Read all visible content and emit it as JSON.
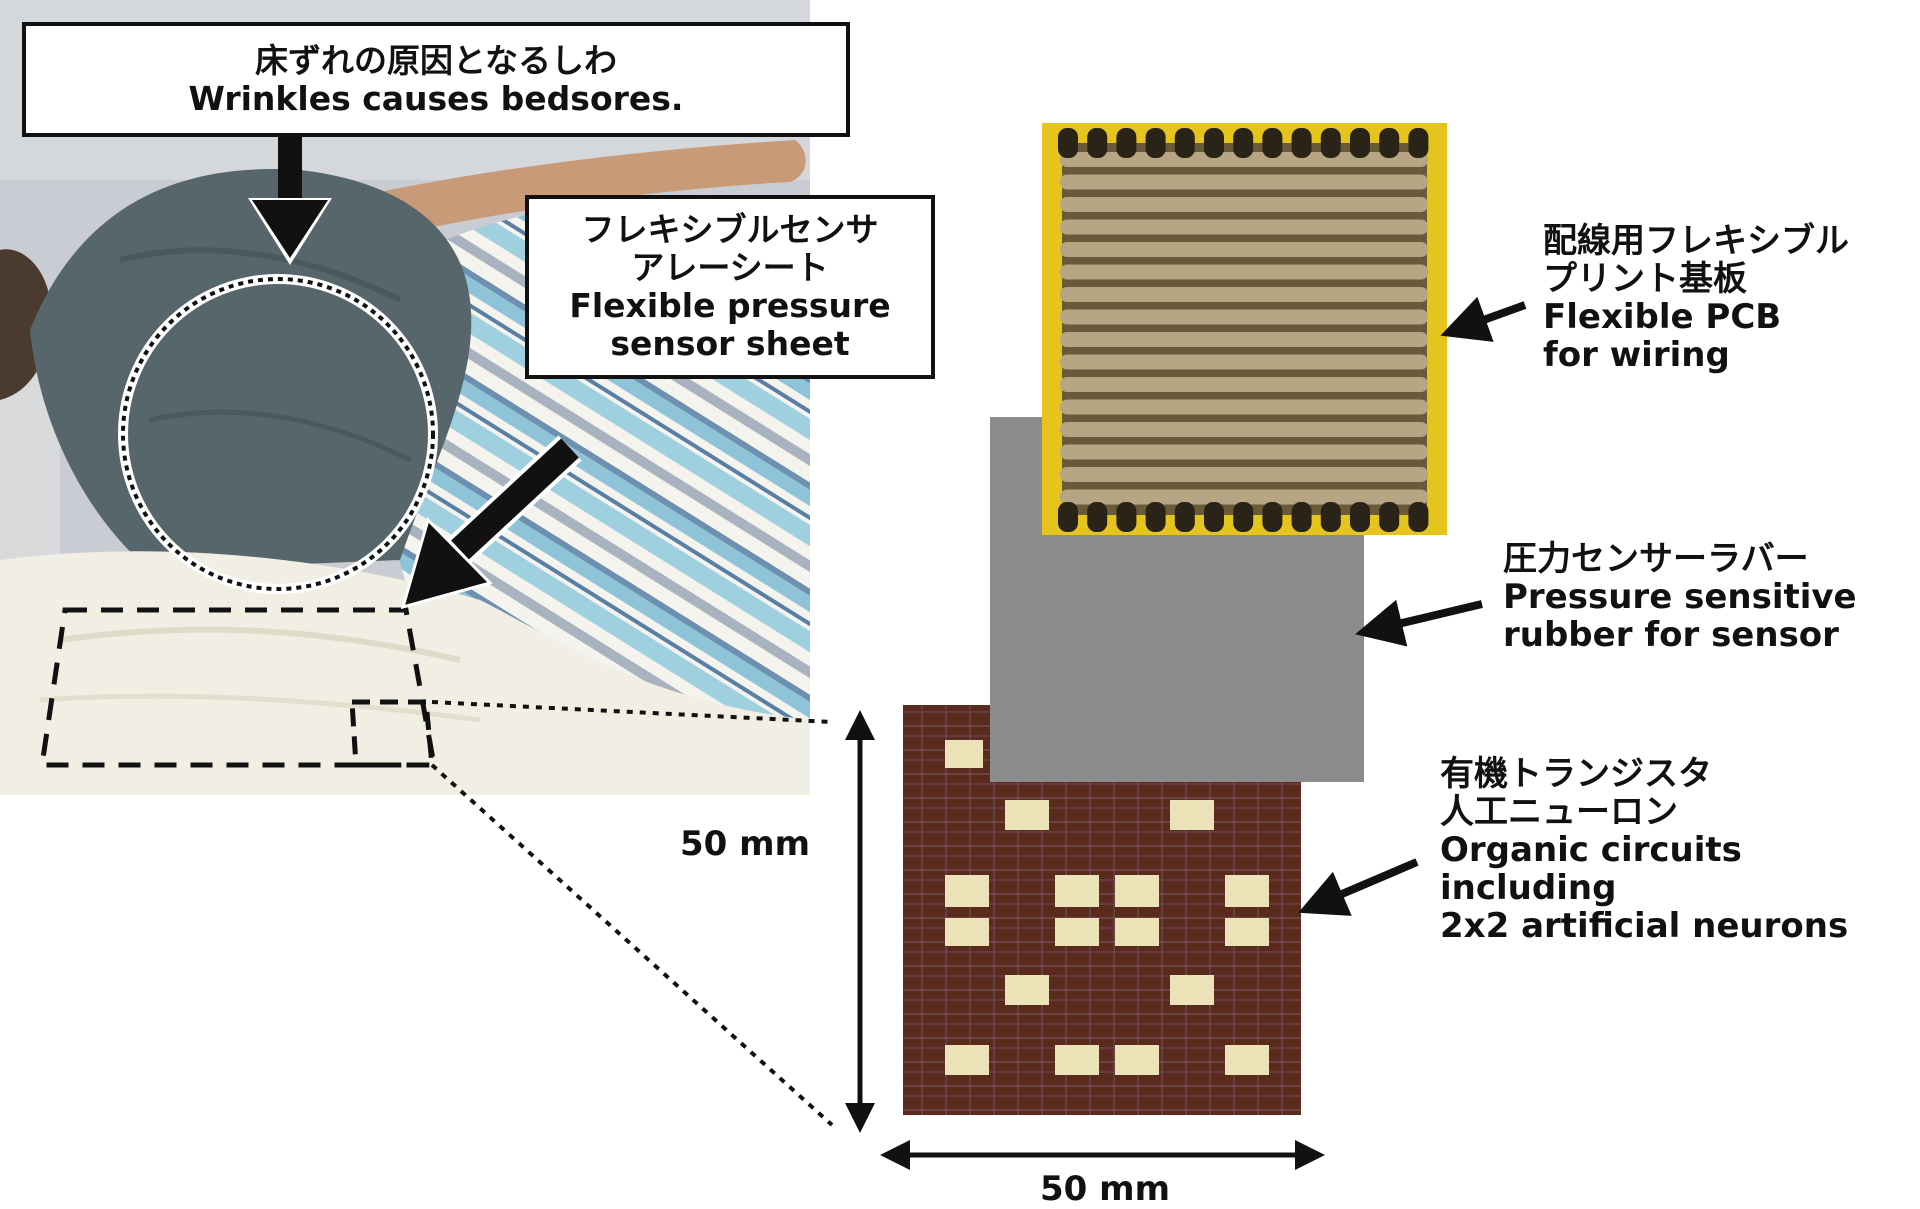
{
  "title_box": {
    "line_jp": "床ずれの原因となるしわ",
    "line_en": "Wrinkles causes bedsores."
  },
  "sensor_box": {
    "text": "フレキシブルセンサ\nアレーシート\nFlexible pressure\nsensor sheet"
  },
  "layers": {
    "pcb": "配線用フレキシブル\nプリント基板\nFlexible PCB\nfor wiring",
    "rubber": "圧力センサーラバー\nPressure sensitive\nrubber for sensor",
    "organic": "有機トランジスタ\n人工ニューロン\nOrganic circuits\nincluding\n2x2 artificial neurons"
  },
  "dimensions": {
    "height": "50 mm",
    "width": "50 mm"
  },
  "colors": {
    "pcb_base": "#e6c41e",
    "pcb_trace": "#b6a684",
    "rubber": "#8b8c8e",
    "organic_base": "#5a2b1c",
    "shirt": "#56666a",
    "bedsheet": "#f1efe3",
    "wall": "#c9cdd3"
  }
}
